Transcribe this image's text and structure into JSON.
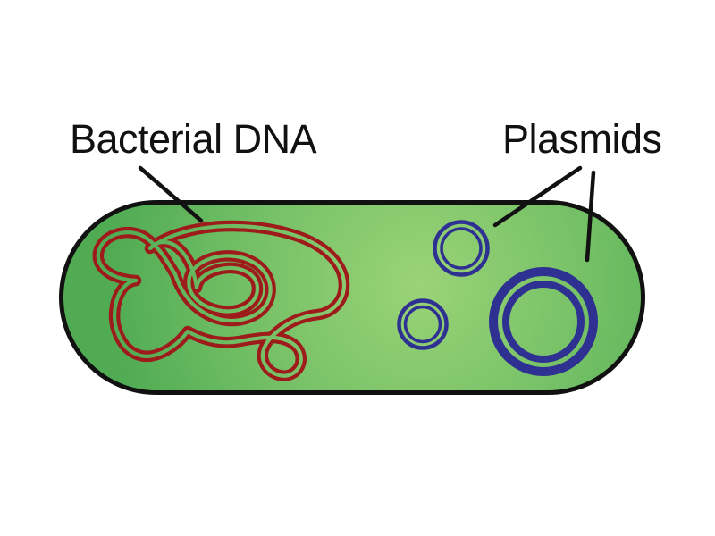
{
  "labels": {
    "bacterial_dna": "Bacterial DNA",
    "plasmids": "Plasmids"
  },
  "diagram": {
    "subject": "bacterial-cell",
    "plasmid_count": 3,
    "dna_style": "tangled double-stranded loop"
  },
  "colors": {
    "background": "#ffffff",
    "cell_outline": "#111111",
    "cell_fill_center": "#9bd377",
    "cell_fill_mid": "#74c066",
    "cell_fill_edge": "#50ab53",
    "dna": "#9e1b1b",
    "plasmid": "#2e3192",
    "leader_line": "#111111",
    "label_text": "#111111"
  }
}
